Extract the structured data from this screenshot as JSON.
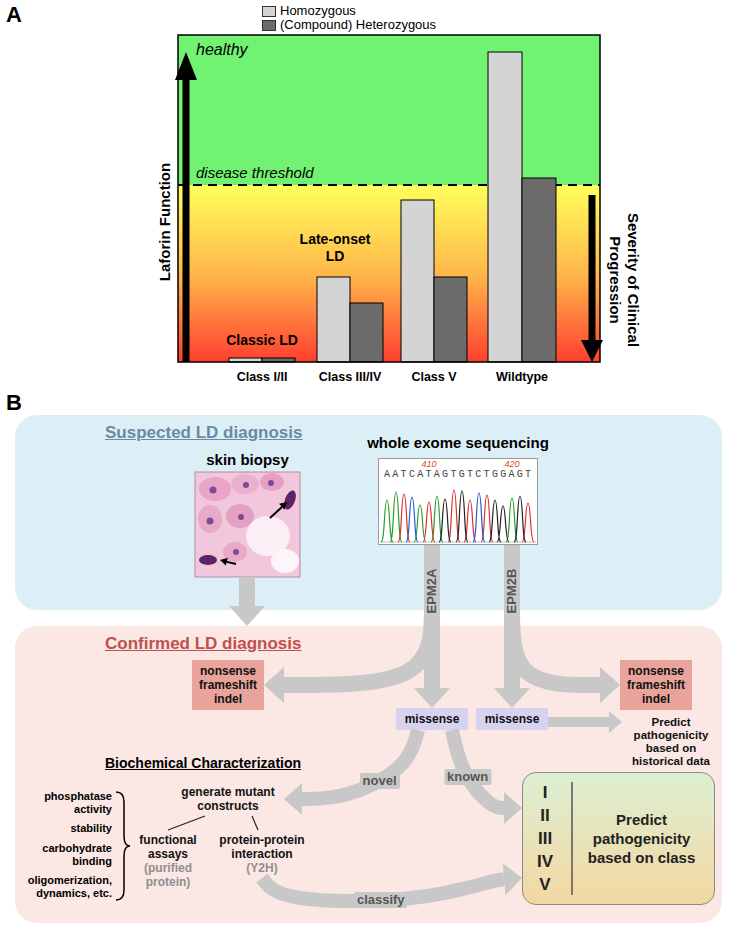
{
  "diagram": {
    "nodes": [
      {
        "text": [
          "Suspected LD diagnosis"
        ]
      },
      {
        "text": [
          "skin biopsy"
        ],
        "in": 0
      },
      {
        "text": [
          "whole exome sequencing"
        ],
        "in": 0
      },
      {
        "text": [
          "Confirmed LD diagnosis"
        ]
      },
      {
        "text": [
          "nonsense frameshift indel"
        ],
        "in": 3
      },
      {
        "text": [
          "missense"
        ],
        "in": 3
      },
      {
        "text": [
          "missense"
        ],
        "in": 3
      },
      {
        "text": [
          "nonsense frameshift indel"
        ],
        "in": 3
      },
      {
        "text": [
          "Predict pathogenicity based on historical data"
        ],
        "in": 3
      },
      {
        "text": [
          "generate mutant constructs"
        ],
        "in": 3
      },
      {
        "text": [
          "functional assays",
          "(purified protein)"
        ],
        "in": 3
      },
      {
        "text": [
          "protein-protein interaction",
          "(Y2H)"
        ],
        "in": 3
      },
      {
        "text": [
          "I II III IV V",
          "Predict pathogenicity based on class"
        ],
        "in": 3
      }
    ],
    "edges": [
      {
        "from": 1,
        "to": 3,
        "arrow": "to"
      },
      {
        "from": 2,
        "to": 4,
        "arrow": "to"
      },
      {
        "from": 2,
        "to": 5,
        "arrow": "to",
        "label": "EPM2A"
      },
      {
        "from": 2,
        "to": 6,
        "arrow": "to",
        "label": "EPM2B"
      },
      {
        "from": 2,
        "to": 7,
        "arrow": "to"
      },
      {
        "from": 6,
        "to": 8,
        "arrow": "to"
      },
      {
        "from": 5,
        "to": 9,
        "arrow": "to",
        "label": "novel"
      },
      {
        "from": 5,
        "to": 12,
        "arrow": "to",
        "label": "known"
      },
      {
        "from": 9,
        "to": 10,
        "arrow": "none"
      },
      {
        "from": 9,
        "to": 11,
        "arrow": "none"
      },
      {
        "from": 11,
        "to": 12,
        "arrow": "to",
        "label": "classify"
      }
    ],
    "labels": [
      "A",
      "healthy",
      "disease threshold",
      "Laforin Function",
      "Severity of Clinical Progression",
      "Classic LD",
      "Late-onset LD",
      "Class I/II",
      "Class III/IV",
      "Class V",
      "Wildtype",
      "B",
      "410",
      "420",
      "AATCATAGTGTCTGGAGT",
      "Biochemical Characterization",
      "phosphatase activity",
      "stability",
      "carbohydrate binding",
      "oligomerization, dynamics, etc."
    ],
    "legend": [
      {
        "text": "Homozygous",
        "color": "#d4d4d4"
      },
      {
        "text": "(Compound) Heterozygous",
        "color": "#6b6b6b"
      }
    ]
  }
}
